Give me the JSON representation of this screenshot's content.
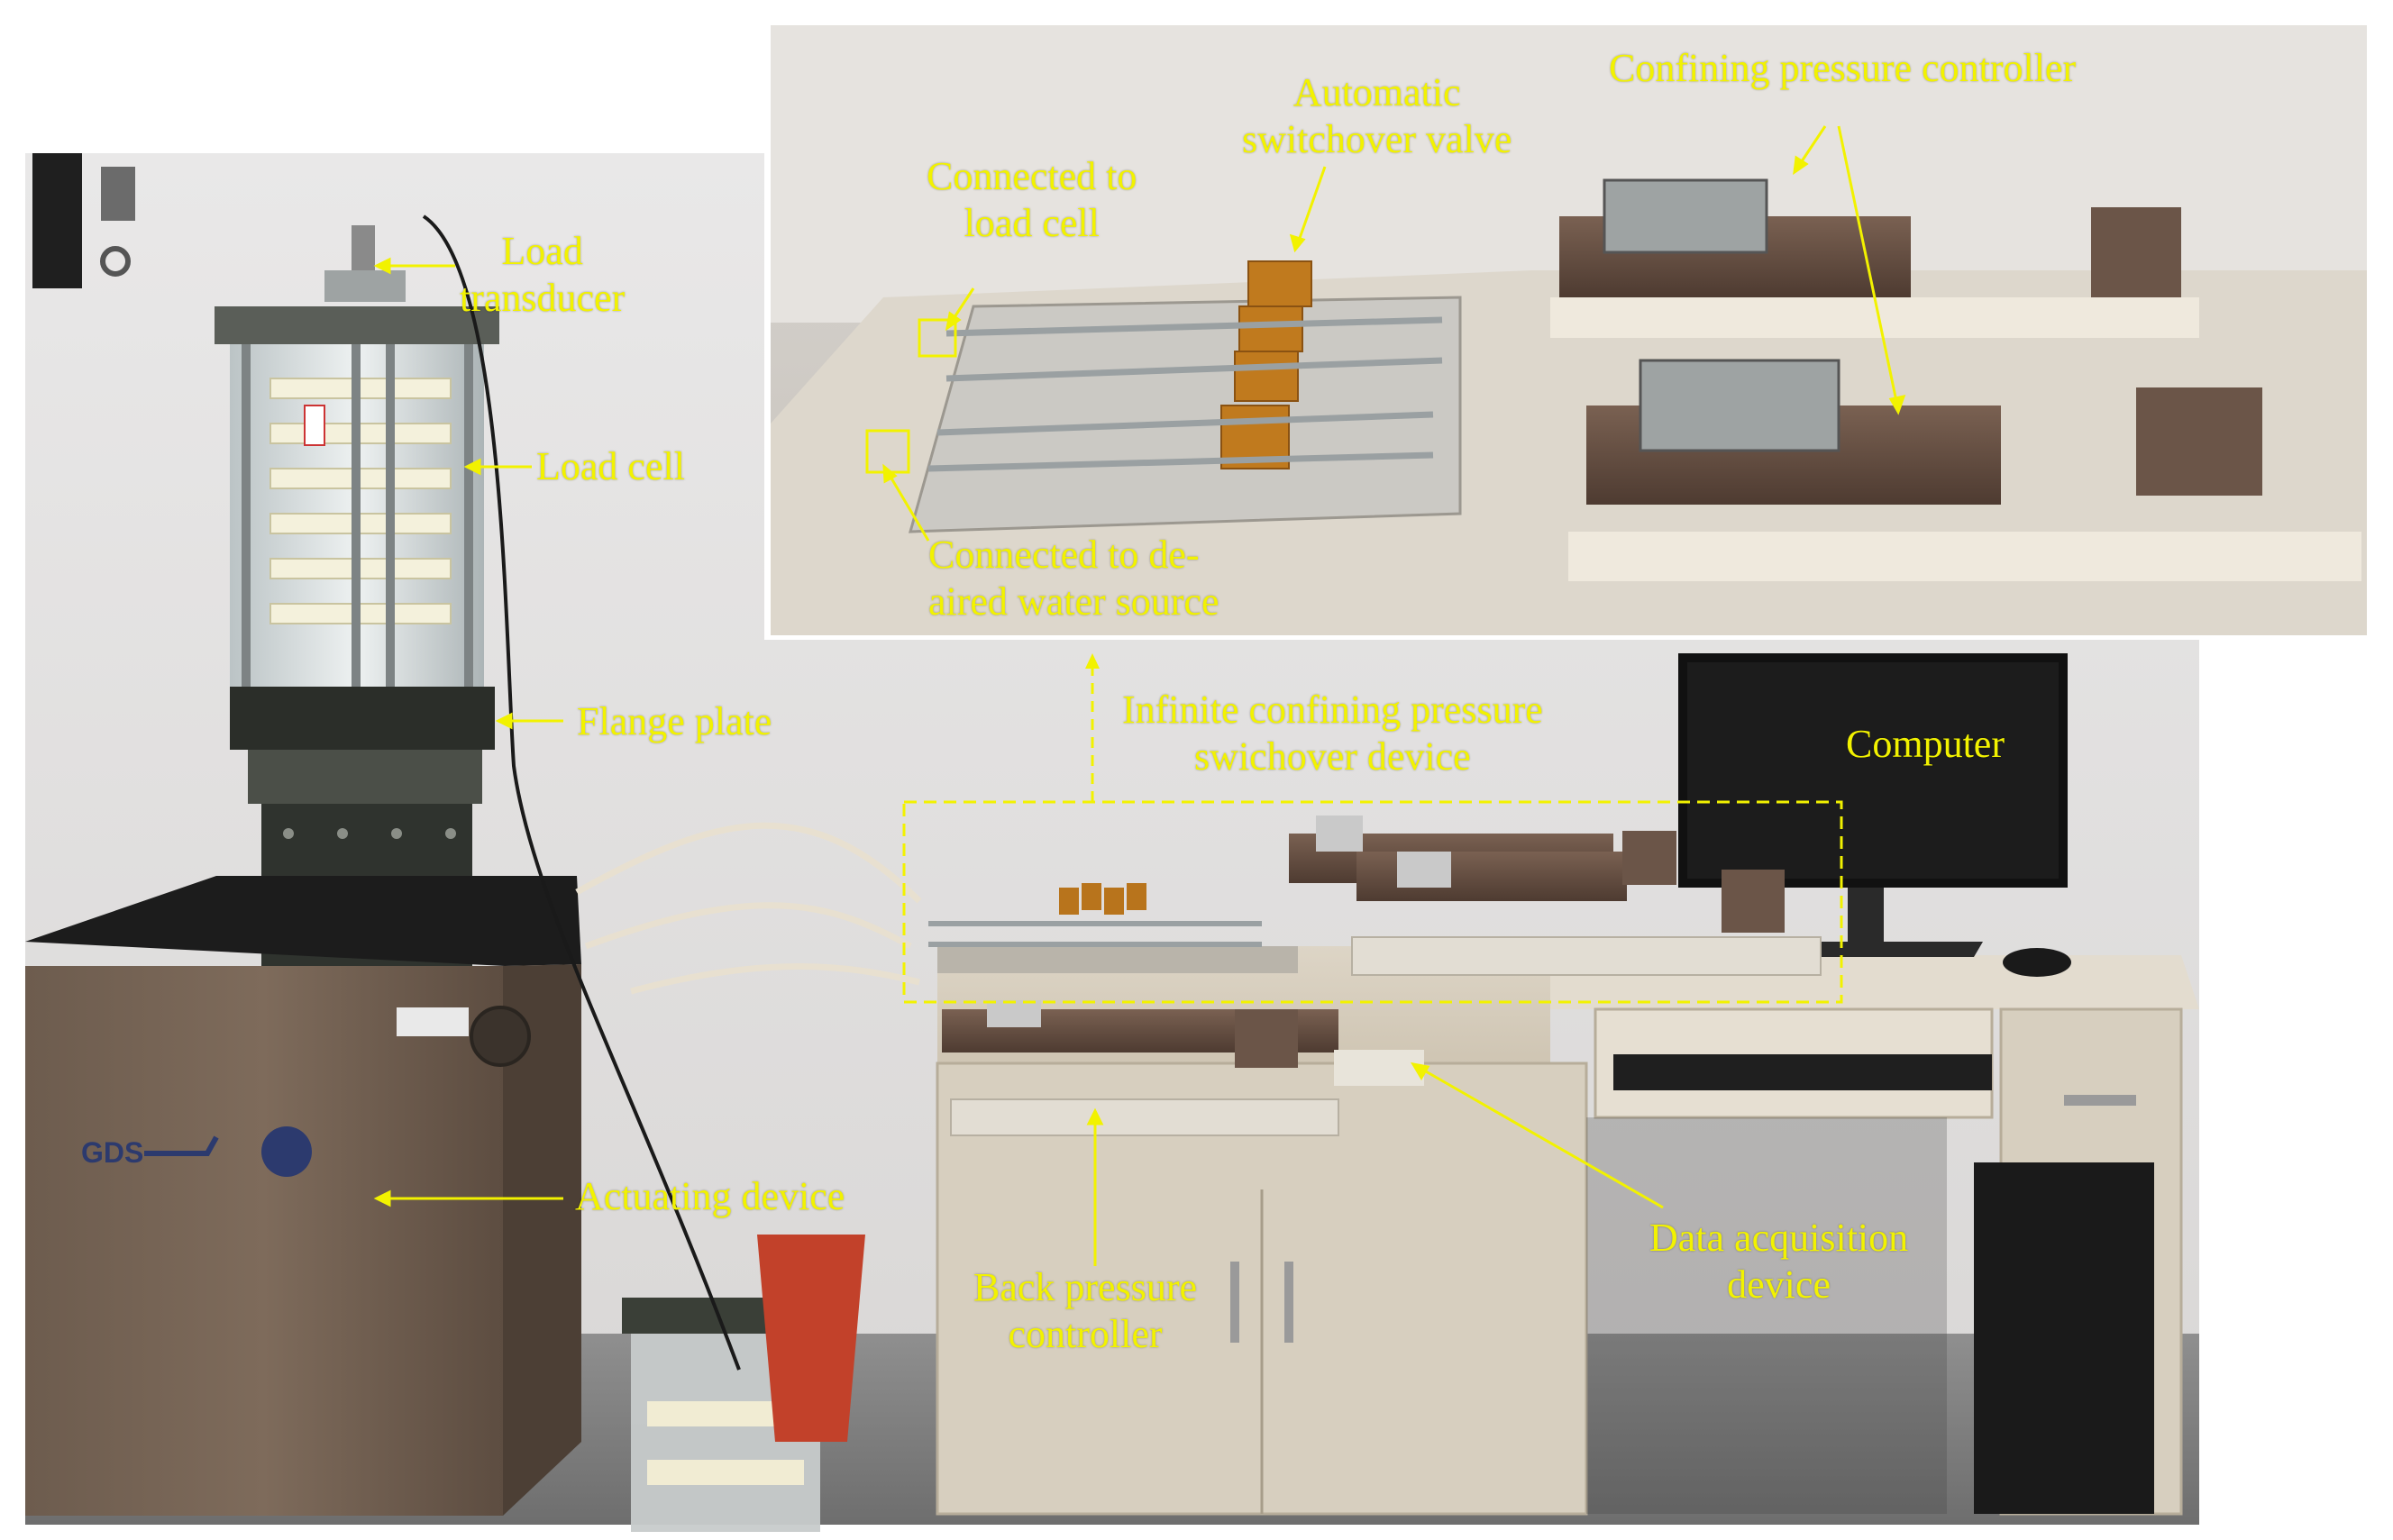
{
  "figure": {
    "label_color": "#f2f200",
    "labels": {
      "load_transducer": [
        "Load",
        "transducer"
      ],
      "load_cell": "Load cell",
      "flange_plate": "Flange plate",
      "actuating_device": "Actuating device",
      "infinite_device": [
        "Infinite confining pressure",
        "swichover device"
      ],
      "computer": "Computer",
      "back_pressure": [
        "Back pressure",
        "controller"
      ],
      "data_acquisition": [
        "Data acquisition",
        "device"
      ],
      "connected_load_cell": [
        "Connected to",
        "load cell"
      ],
      "auto_valve": [
        "Automatic",
        "switchover valve"
      ],
      "confining_controller": "Confining pressure controller",
      "deaired_water": [
        "Connected to de-",
        "aired water source"
      ]
    },
    "logo_text": "GDS"
  }
}
